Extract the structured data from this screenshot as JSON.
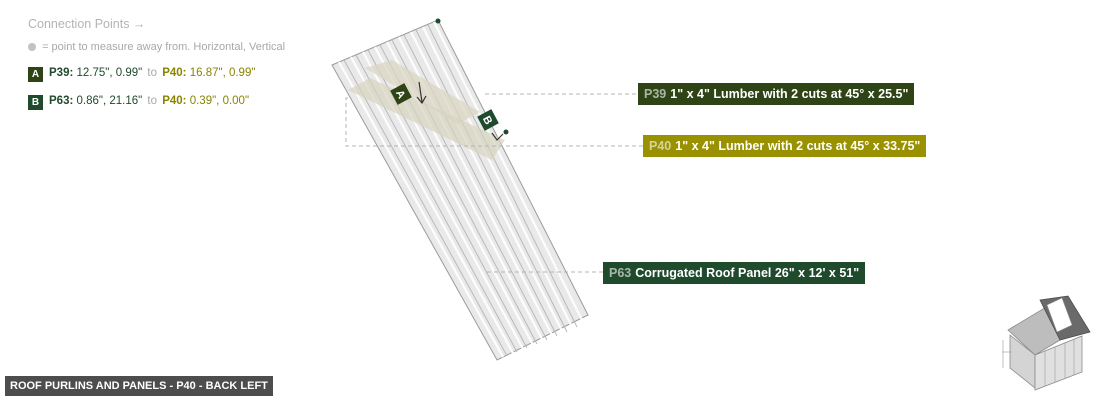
{
  "legend": {
    "title": "Connection Points →",
    "note": "= point to measure away from. Horizontal, Vertical",
    "rows": [
      {
        "badge": "A",
        "from_part": "P39:",
        "from_coords": "12.75\", 0.99\"",
        "to_word": "to",
        "to_part": "P40:",
        "to_coords": "16.87\", 0.99\""
      },
      {
        "badge": "B",
        "from_part": "P63:",
        "from_coords": "0.86\", 21.16\"",
        "to_word": "to",
        "to_part": "P40:",
        "to_coords": "0.39\", 0.00\""
      }
    ]
  },
  "callouts": {
    "p39": {
      "id": "P39",
      "desc": "1\" x 4\" Lumber with 2 cuts at 45° x 25.5\"",
      "color": "#2f4416"
    },
    "p40": {
      "id": "P40",
      "desc": "1\" x 4\" Lumber with 2 cuts at 45° x 33.75\"",
      "color": "#999100"
    },
    "p63": {
      "id": "P63",
      "desc": "Corrugated Roof Panel 26\" x 12' x 51\"",
      "color": "#1f4a2c"
    }
  },
  "markers": {
    "a": "A",
    "b": "B"
  },
  "footer": {
    "label": "ROOF PURLINS AND PANELS - P40 - BACK LEFT"
  },
  "icons": {
    "thumbnail": "shed-thumbnail-icon",
    "arrow": "arrow-icon"
  }
}
